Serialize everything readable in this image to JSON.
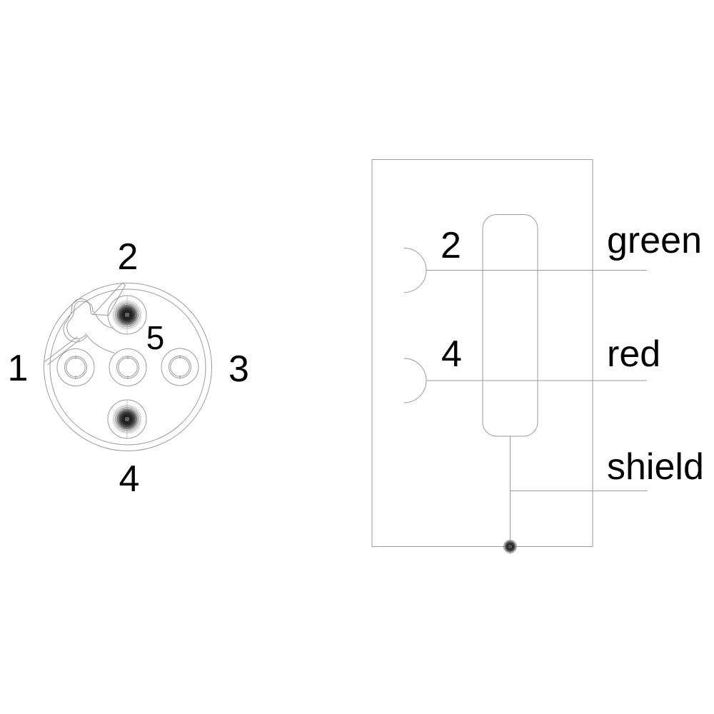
{
  "colors": {
    "background": "#ffffff",
    "line": "#9a9a9a",
    "text": "#000000"
  },
  "connector_face": {
    "pins": [
      {
        "number": "1",
        "type": "empty"
      },
      {
        "number": "2",
        "type": "socket-contact"
      },
      {
        "number": "3",
        "type": "empty"
      },
      {
        "number": "4",
        "type": "socket-contact"
      },
      {
        "number": "5",
        "type": "empty"
      }
    ]
  },
  "wiring_schematic": {
    "connections": [
      {
        "pin": "2",
        "wire": "green"
      },
      {
        "pin": "4",
        "wire": "red"
      }
    ],
    "shield_label": "shield"
  }
}
